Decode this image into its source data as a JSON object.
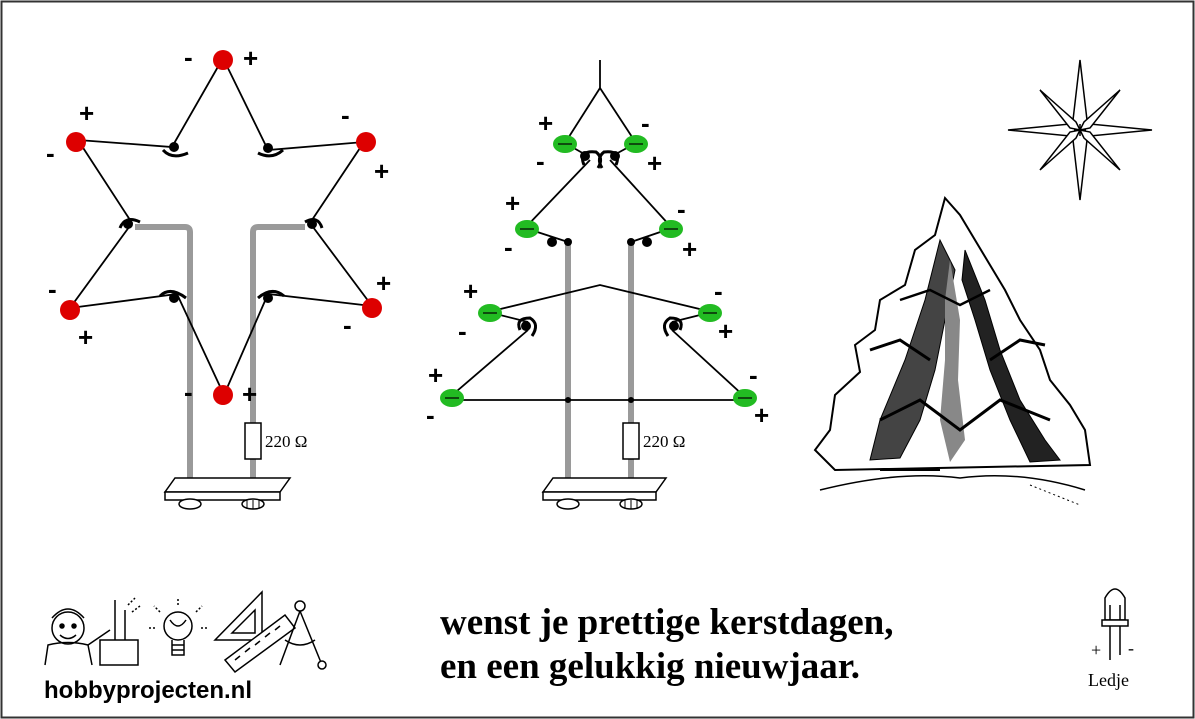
{
  "labels": {
    "resistor_star": "220 Ω",
    "resistor_tree": "220 Ω",
    "brand": "hobbyprojecten.nl",
    "greeting_line1": "wenst je prettige kerstdagen,",
    "greeting_line2": "en een gelukkig nieuwjaar.",
    "led_caption": "Ledje",
    "plus": "+",
    "minus": "-"
  },
  "colors": {
    "star_led": "#dd0000",
    "tree_led": "#22bb22",
    "wire": "#000000",
    "rail": "#9a9a9a",
    "border": "#333333"
  },
  "icons": [
    "child-icon",
    "lightbulb-icon",
    "ruler-icon",
    "compass-icon",
    "led-icon",
    "sparkle-star-icon",
    "snowy-tree-icon"
  ]
}
